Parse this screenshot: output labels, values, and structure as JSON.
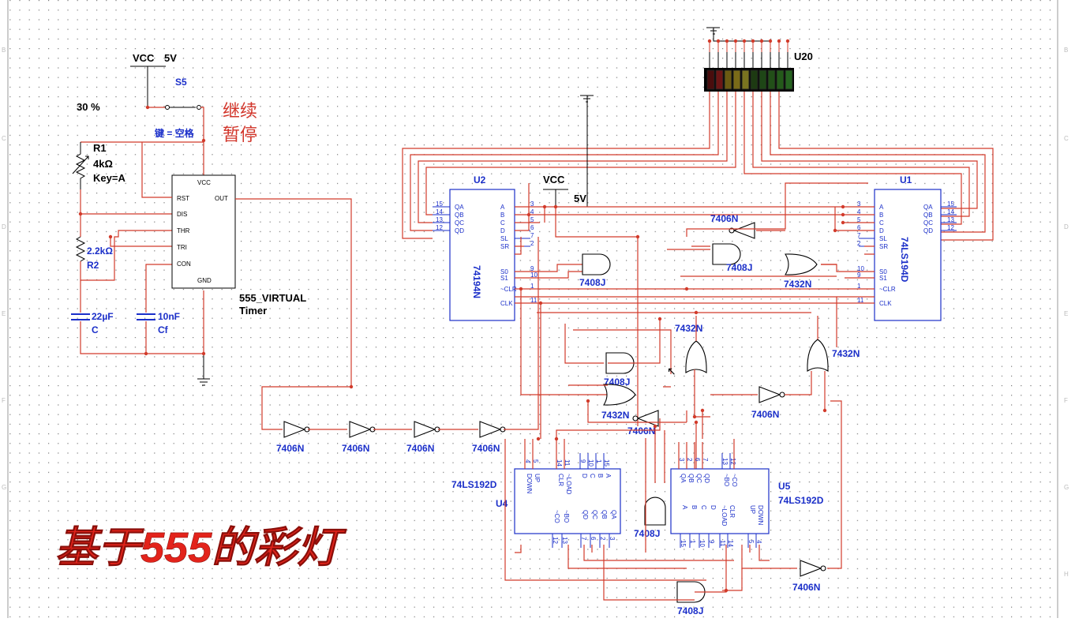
{
  "supply": {
    "vcc_label": "VCC",
    "vcc_value": "5V",
    "vcc2_label": "VCC",
    "vcc2_value": "5V"
  },
  "switch": {
    "ref": "S5",
    "key_hint": "键 = 空格",
    "action_line1": "继续",
    "action_line2": "暂停"
  },
  "pot": {
    "percent": "30 %",
    "ref": "R1",
    "value": "4kΩ",
    "key": "Key=A"
  },
  "r2": {
    "value": "2.2kΩ",
    "ref": "R2"
  },
  "c": {
    "value": "22µF",
    "ref": "C"
  },
  "cf": {
    "value": "10nF",
    "ref": "Cf"
  },
  "timer": {
    "name": "555_VIRTUAL",
    "type": "Timer",
    "pins": {
      "vcc": "VCC",
      "rst": "RST",
      "out": "OUT",
      "dis": "DIS",
      "thr": "THR",
      "tri": "TRI",
      "con": "CON",
      "gnd": "GND"
    }
  },
  "bargraph": {
    "ref": "U20",
    "colors": [
      "#4a0d0d",
      "#6d1515",
      "#6b5a12",
      "#7a6a18",
      "#7a7420",
      "#1d3a12",
      "#1e4616",
      "#224f18",
      "#245a1a",
      "#266420"
    ]
  },
  "u2": {
    "ref": "U2",
    "type": "74194N",
    "left_pins": [
      "15",
      "14",
      "13",
      "12"
    ],
    "right_nums": [
      "3",
      "4",
      "5",
      "6",
      "7",
      "2",
      "9",
      "10",
      "1",
      "11"
    ],
    "right_names": [
      "A",
      "B",
      "C",
      "D",
      "SL",
      "SR",
      "S0",
      "S1",
      "~CLR",
      "CLK"
    ],
    "left_names": [
      "QA",
      "QB",
      "QC",
      "QD"
    ]
  },
  "u1": {
    "ref": "U1",
    "type": "74LS194D",
    "left_nums": [
      "3",
      "4",
      "5",
      "6",
      "7",
      "2",
      "10",
      "9",
      "1",
      "11"
    ],
    "left_names": [
      "A",
      "B",
      "C",
      "D",
      "SL",
      "SR",
      "S0",
      "S1",
      "~CLR",
      "CLK"
    ],
    "right_names": [
      "QA",
      "QB",
      "QC",
      "QD"
    ],
    "right_nums": [
      "15",
      "14",
      "13",
      "12"
    ]
  },
  "u4": {
    "ref": "U4",
    "type": "74LS192D",
    "top_names": [
      "DOWN",
      "UP",
      "CLR",
      "~LOAD",
      "D",
      "C",
      "B",
      "A"
    ],
    "top_nums": [
      "4",
      "5",
      "14",
      "11",
      "9",
      "10",
      "1",
      "15"
    ],
    "bottom_names": [
      "~CO",
      "~BO",
      "QD",
      "QC",
      "QB",
      "QA"
    ],
    "bottom_nums": [
      "12",
      "13",
      "7",
      "6",
      "2",
      "3"
    ]
  },
  "u5": {
    "ref": "U5",
    "type": "74LS192D",
    "top_names": [
      "QA",
      "QB",
      "QC",
      "QD",
      "~BO",
      "~CO"
    ],
    "top_nums": [
      "3",
      "2",
      "6",
      "7",
      "13",
      "12"
    ],
    "bottom_names": [
      "A",
      "B",
      "C",
      "D",
      "~LOAD",
      "CLR",
      "UP",
      "DOWN"
    ],
    "bottom_nums": [
      "15",
      "1",
      "10",
      "9",
      "11",
      "14",
      "5",
      "4"
    ]
  },
  "gates": {
    "g7406_a": "7406N",
    "g7408_a": "7408J",
    "g7408_b": "7408J",
    "g7432_a": "7432N",
    "g7432_b": "7432N",
    "g7432_c": "7432N",
    "g7408_c": "7408J",
    "g7432_d": "7432N",
    "g7406_b": "7406N",
    "g7406_c": "7406N",
    "inv1": "7406N",
    "inv2": "7406N",
    "inv3": "7406N",
    "inv4": "7406N",
    "g7408_d": "7408J",
    "g7406_d": "7406N",
    "g7408_e": "7408J"
  },
  "caption": "基于555的彩灯"
}
